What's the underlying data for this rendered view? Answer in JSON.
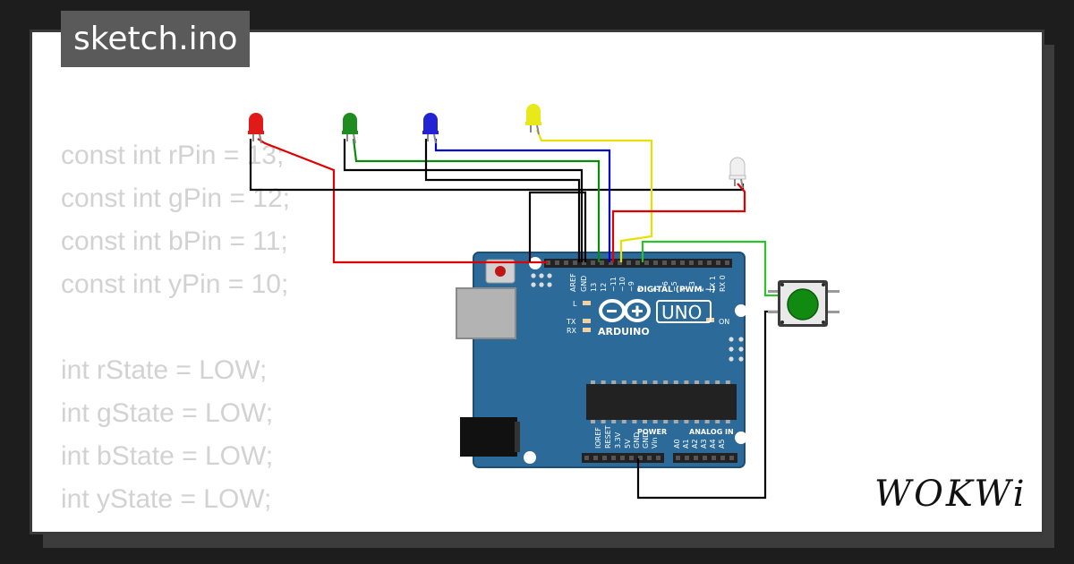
{
  "title": "sketch.ino",
  "code_lines": [
    "const int rPin = 13;",
    "const int gPin = 12;",
    "const int bPin = 11;",
    "const int yPin = 10;",
    "",
    "int rState = LOW;",
    "int gState = LOW;",
    "int bState = LOW;",
    "int yState = LOW;"
  ],
  "board": {
    "brand": "ARDUINO",
    "model": "UNO",
    "digital_label": "DIGITAL (PWM ~)",
    "power_label": "POWER",
    "analog_label": "ANALOG IN",
    "top_pins": [
      "AREF",
      "GND",
      "13",
      "12",
      "~11",
      "~10",
      "~9",
      "8",
      "7",
      "~6",
      "~5",
      "4",
      "~3",
      "2",
      "TX 1",
      "RX 0"
    ],
    "bottom_pins": [
      "IOREF",
      "RESET",
      "3.3V",
      "5V",
      "GND",
      "GND",
      "Vin",
      "A0",
      "A1",
      "A2",
      "A3",
      "A4",
      "A5"
    ],
    "led_labels": [
      "L",
      "TX",
      "RX",
      "ON"
    ]
  },
  "leds": [
    {
      "name": "red",
      "color": "#e01919"
    },
    {
      "name": "green",
      "color": "#1e8c1e"
    },
    {
      "name": "blue",
      "color": "#2323d4"
    },
    {
      "name": "yellow",
      "color": "#e8e81a"
    },
    {
      "name": "white",
      "color": "#f0f0f0"
    }
  ],
  "wire_colors": {
    "red": "#e00000",
    "green": "#0a8a0a",
    "blue": "#0000d0",
    "yellow": "#e8e000",
    "black": "#000000",
    "bright_green": "#2ec12e"
  },
  "pushbutton_color": "#118a11",
  "footer_brand": "WOKWi"
}
